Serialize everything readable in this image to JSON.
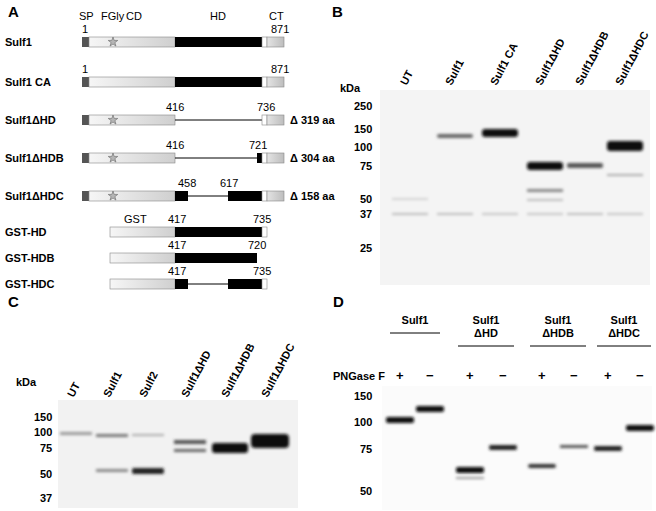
{
  "diagram": {
    "labels": [
      "A",
      "SP",
      "FGly",
      "CD",
      "HD",
      "CT",
      "1",
      "871",
      "Sulf1",
      "Sulf1 CA",
      "1",
      "871",
      "Sulf1ΔHD",
      "416",
      "736",
      "Δ 319 aa",
      "Sulf1ΔHDB",
      "416",
      "721",
      "Δ 304 aa",
      "Sulf1ΔHDC",
      "458",
      "617",
      "Δ 158 aa",
      "GST",
      "417",
      "735",
      "GST-HD",
      "GST-HDB",
      "417",
      "720",
      "GST-HDC",
      "417",
      "735",
      "B",
      "kDa",
      "UT",
      "Sulf1",
      "Sulf1 CA",
      "Sulf1ΔHD",
      "Sulf1ΔHDB",
      "Sulf1ΔHDC",
      "250",
      "150",
      "100",
      "75",
      "50",
      "37",
      "25",
      "C",
      "kDa",
      "UT",
      "Sulf1",
      "Sulf2",
      "Sulf1ΔHD",
      "Sulf1ΔHDB",
      "Sulf1ΔHDC",
      "150",
      "100",
      "75",
      "50",
      "37",
      "D",
      "Sulf1",
      "Sulf1 ΔHD",
      "Sulf1 ΔHDB",
      "Sulf1 ΔHDC",
      "PNGase F",
      "+",
      "−",
      "+",
      "−",
      "+",
      "−",
      "+",
      "−",
      "150",
      "100",
      "75",
      "50"
    ]
  }
}
